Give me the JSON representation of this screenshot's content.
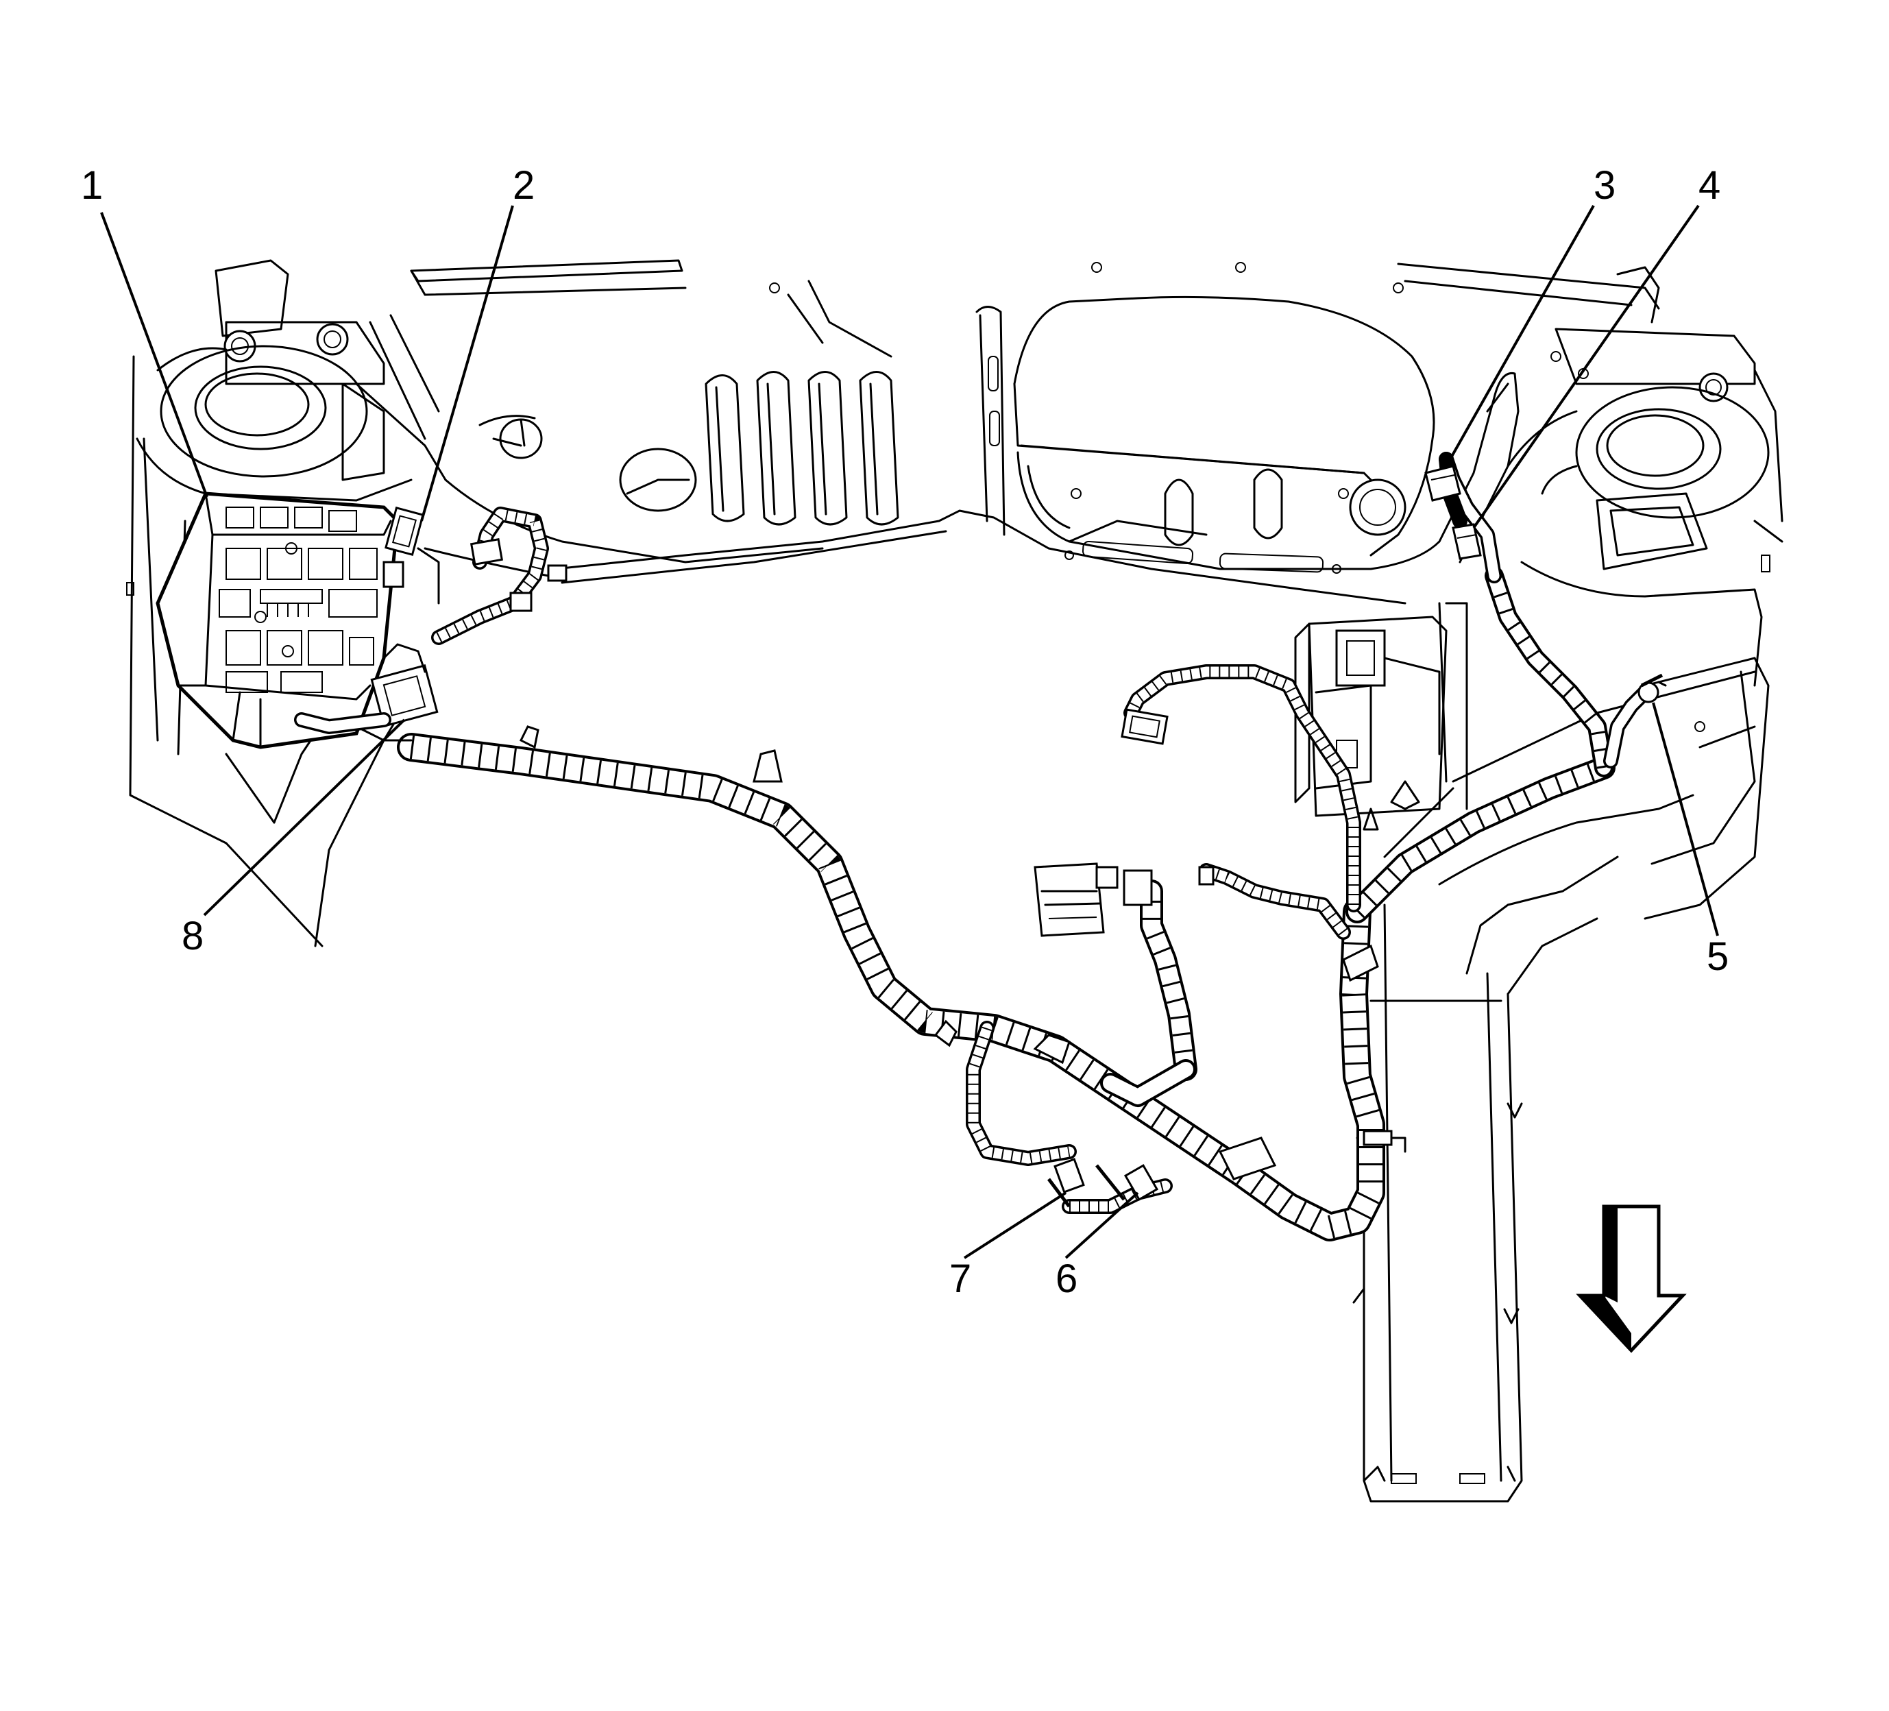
{
  "callouts": [
    {
      "id": "1",
      "label": "1"
    },
    {
      "id": "2",
      "label": "2"
    },
    {
      "id": "3",
      "label": "3"
    },
    {
      "id": "4",
      "label": "4"
    },
    {
      "id": "5",
      "label": "5"
    },
    {
      "id": "6",
      "label": "6"
    },
    {
      "id": "7",
      "label": "7"
    },
    {
      "id": "8",
      "label": "8"
    }
  ],
  "direction_arrow": {
    "icon": "down-arrow-icon",
    "points": "down"
  }
}
